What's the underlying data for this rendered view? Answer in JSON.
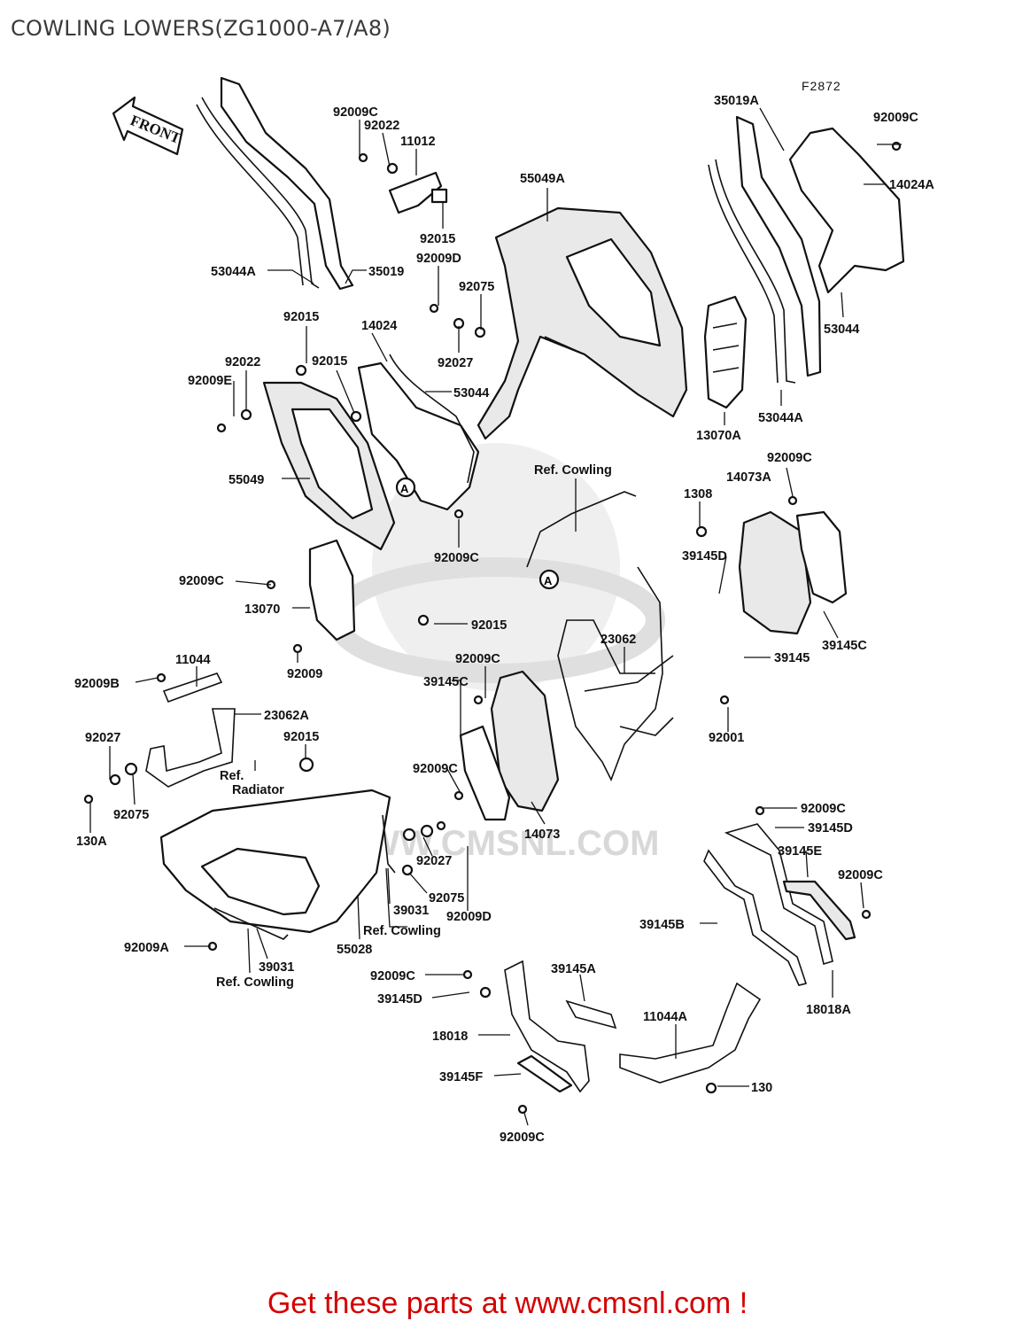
{
  "title": "COWLING LOWERS(ZG1000-A7/A8)",
  "figure_code": "F2872",
  "front_arrow_label": "FRONT",
  "watermark": "WWW.CMSNL.COM",
  "footer": "Get these parts at www.cmsnl.com !",
  "colors": {
    "cta": "#d40000",
    "line": "#111111",
    "watermark": "#d9d9d9"
  },
  "part_labels": [
    "92009C",
    "92022",
    "11012",
    "92015",
    "92009D",
    "92075",
    "92027",
    "55049A",
    "35019A",
    "92009C",
    "14024A",
    "53044",
    "53044A",
    "13070A",
    "53044A",
    "35019",
    "92015",
    "14024",
    "92022",
    "92015",
    "92009E",
    "53044",
    "55049",
    "Ref. Cowling",
    "92009C",
    "14073A",
    "1308",
    "39145D",
    "39145C",
    "39145",
    "92009C",
    "92009C",
    "13070",
    "92015",
    "92009",
    "23062",
    "92009C",
    "39145C",
    "92001",
    "11044",
    "92009B",
    "23062A",
    "92015",
    "92027",
    "Ref.",
    "Radiator",
    "92075",
    "130A",
    "92009C",
    "14073",
    "92009C",
    "39145D",
    "39145E",
    "92009C",
    "92027",
    "92075",
    "92009D",
    "39031",
    "Ref. Cowling",
    "55028",
    "92009A",
    "39031",
    "Ref. Cowling",
    "39145B",
    "18018A",
    "92009C",
    "39145A",
    "39145D",
    "18018",
    "11044A",
    "39145F",
    "130",
    "92009C"
  ]
}
